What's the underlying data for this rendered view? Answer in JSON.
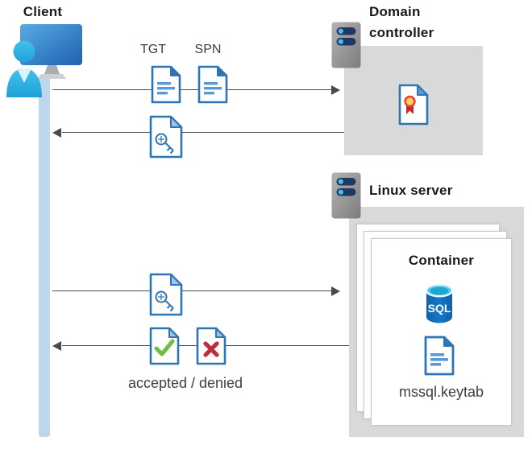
{
  "client": {
    "label": "Client"
  },
  "messages": {
    "tgt": "TGT",
    "spn": "SPN",
    "accepted_denied": "accepted / denied"
  },
  "domain_controller": {
    "label": "Domain controller"
  },
  "linux_server": {
    "label": "Linux server"
  },
  "container": {
    "label": "Container",
    "sql_badge": "SQL",
    "keytab_file": "mssql.keytab"
  },
  "colors": {
    "doc_border_blue": "#2e75b6",
    "doc_line_blue": "#5b9bd5",
    "fold_light_blue": "#9dc3e6",
    "client_band_blue": "#bdd7ee",
    "zone_box_gray": "#d9d9d9",
    "accepted_green": "#6dbe45",
    "denied_red": "#be2e3c",
    "server_slot_navy": "#1f3864",
    "server_dot_cyan": "#49c0e8",
    "sql_cylinder_blue": "#1272be",
    "arrow_gray": "#4a4a4a"
  }
}
